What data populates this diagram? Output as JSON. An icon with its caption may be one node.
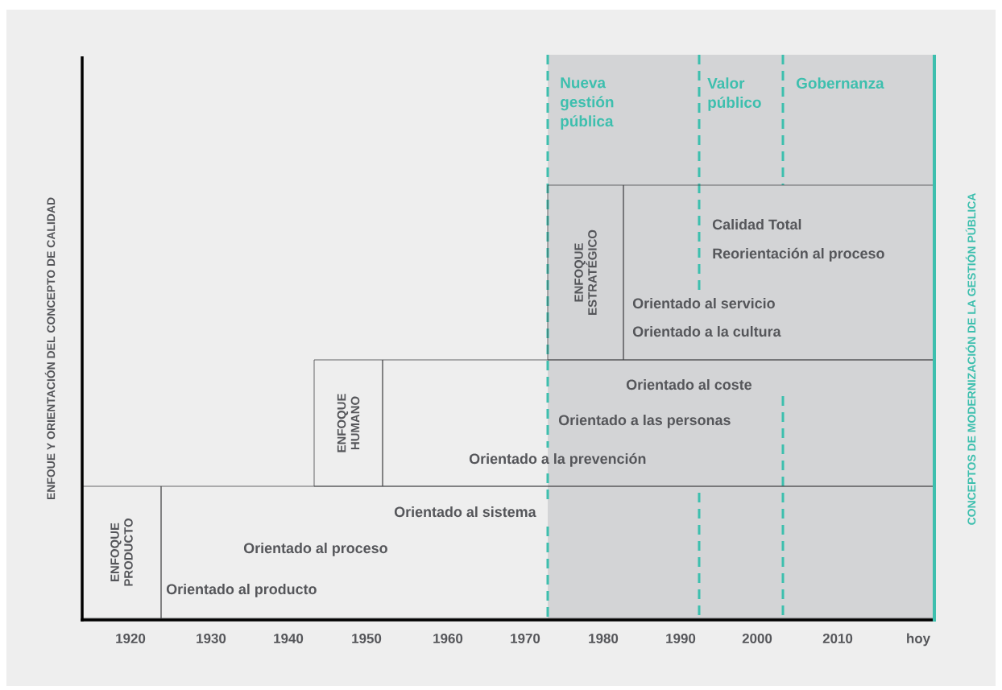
{
  "diagram": {
    "nodes": [
      {
        "text": [
          "ENFOQUE PRODUCTO"
        ]
      },
      {
        "text": [
          "Orientado al sistema",
          "Orientado al proceso",
          "Orientado al producto"
        ]
      },
      {
        "text": [
          "ENFOQUE HUMANO"
        ]
      },
      {
        "text": [
          "Orientado al coste",
          "Orientado a las personas",
          "Orientado a la prevención"
        ]
      },
      {
        "text": [
          "ENFOQUE ESTRATÉGICO"
        ]
      },
      {
        "text": [
          "Calidad Total",
          "Reorientación al proceso",
          "Orientado al servicio",
          "Orientado a la cultura"
        ]
      }
    ],
    "labels": [
      "Nueva gestión pública",
      "Valor público",
      "Gobernanza",
      "ENFOUE Y ORIENTACIÓN DEL CONCEPTO DE CALIDAD",
      "CONCEPTOS DE MODERNIZACIÓN DE LA GESTIÓN PÚBLICA",
      "1920",
      "1930",
      "1940",
      "1950",
      "1960",
      "1970",
      "1980",
      "1990",
      "2000",
      "2010",
      "hoy"
    ]
  }
}
